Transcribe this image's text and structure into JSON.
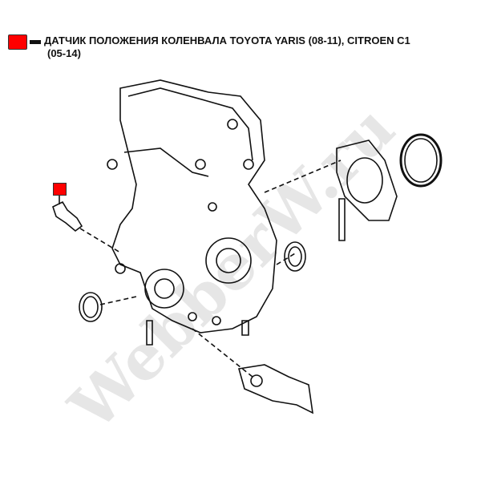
{
  "legend": {
    "color": "#ff0000",
    "text_line1": "ДАТЧИК ПОЛОЖЕНИЯ КОЛЕНВАЛА TOYOTA YARIS (08-11), CITROEN C1",
    "text_line2": "(05-14)"
  },
  "watermark": "WebberW.ru"
}
